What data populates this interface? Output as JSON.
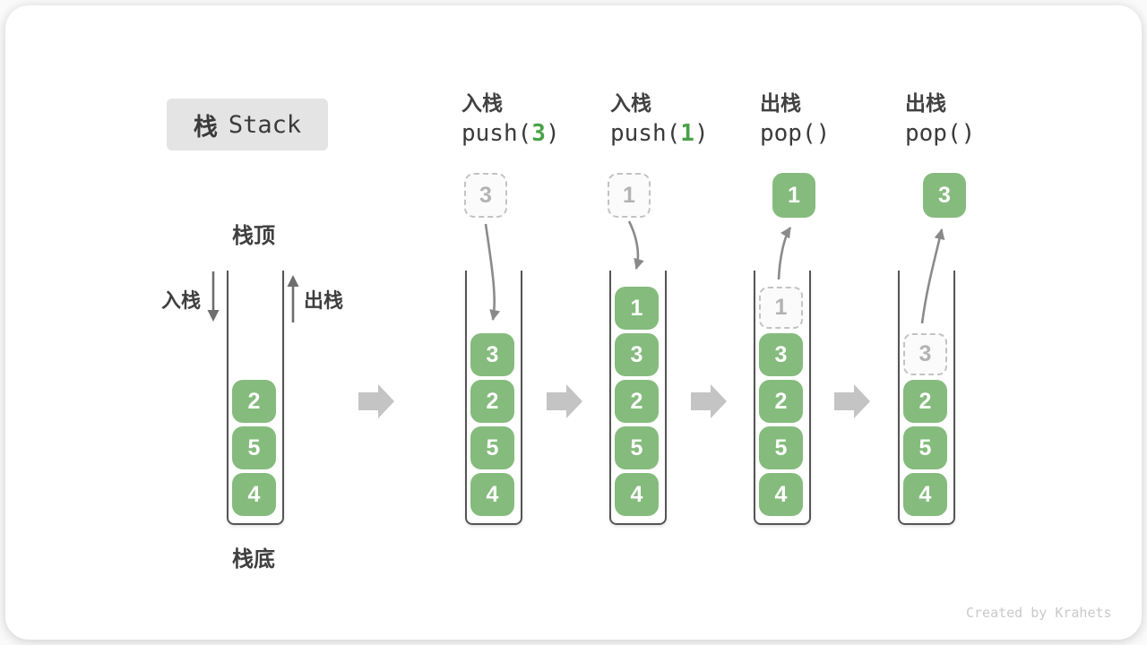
{
  "title": {
    "zh": "栈",
    "en": "Stack"
  },
  "stack1_labels": {
    "top": "栈顶",
    "bottom": "栈底",
    "push": "入栈",
    "pop": "出栈"
  },
  "operations": [
    {
      "label": "入栈",
      "code_before": "push(",
      "code_arg": "3",
      "code_after": ")"
    },
    {
      "label": "入栈",
      "code_before": "push(",
      "code_arg": "1",
      "code_after": ")"
    },
    {
      "label": "出栈",
      "code_before": "pop(",
      "code_arg": "",
      "code_after": ")"
    },
    {
      "label": "出栈",
      "code_before": "pop(",
      "code_arg": "",
      "code_after": ")"
    }
  ],
  "stacks": [
    {
      "items": [
        {
          "v": "2"
        },
        {
          "v": "5"
        },
        {
          "v": "4"
        }
      ]
    },
    {
      "float": {
        "v": "3",
        "style": "dashed"
      },
      "items": [
        {
          "v": "3"
        },
        {
          "v": "2"
        },
        {
          "v": "5"
        },
        {
          "v": "4"
        }
      ]
    },
    {
      "float": {
        "v": "1",
        "style": "dashed"
      },
      "items": [
        {
          "v": "1"
        },
        {
          "v": "3"
        },
        {
          "v": "2"
        },
        {
          "v": "5"
        },
        {
          "v": "4"
        }
      ]
    },
    {
      "float": {
        "v": "1",
        "style": "solid"
      },
      "items": [
        {
          "v": "1",
          "ghost": true
        },
        {
          "v": "3"
        },
        {
          "v": "2"
        },
        {
          "v": "5"
        },
        {
          "v": "4"
        }
      ]
    },
    {
      "float": {
        "v": "3",
        "style": "solid"
      },
      "items": [
        {
          "v": "3",
          "ghost": true
        },
        {
          "v": "2"
        },
        {
          "v": "5"
        },
        {
          "v": "4"
        }
      ]
    }
  ],
  "credit": "Created by Krahets",
  "colors": {
    "item_green": "#85bb7d",
    "code_arg_green": "#49a249",
    "ghost_gray": "#c3c3c3",
    "curve_arrow_gray": "#8a8a8a",
    "flow_arrow_gray": "#c4c4c4",
    "title_badge_bg": "#e4e4e4",
    "well_border": "#555555"
  }
}
